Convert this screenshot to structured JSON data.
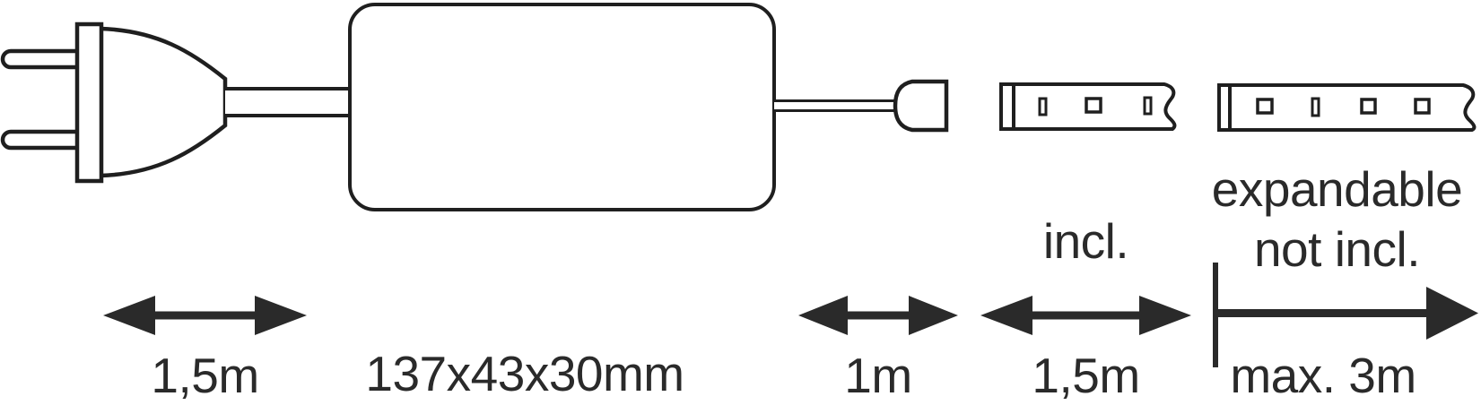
{
  "colors": {
    "ink": "#2a2a2a",
    "line": "#1f1f1f",
    "background": "#ffffff"
  },
  "diagram": {
    "plug_cable": {
      "label": "1,5m"
    },
    "power_supply": {
      "label": "137x43x30mm"
    },
    "output_cable": {
      "label": "1m"
    },
    "strip_included": {
      "note": "incl.",
      "label": "1,5m"
    },
    "strip_expandable": {
      "note_line1": "expandable",
      "note_line2": "not incl.",
      "label": "max. 3m"
    }
  }
}
